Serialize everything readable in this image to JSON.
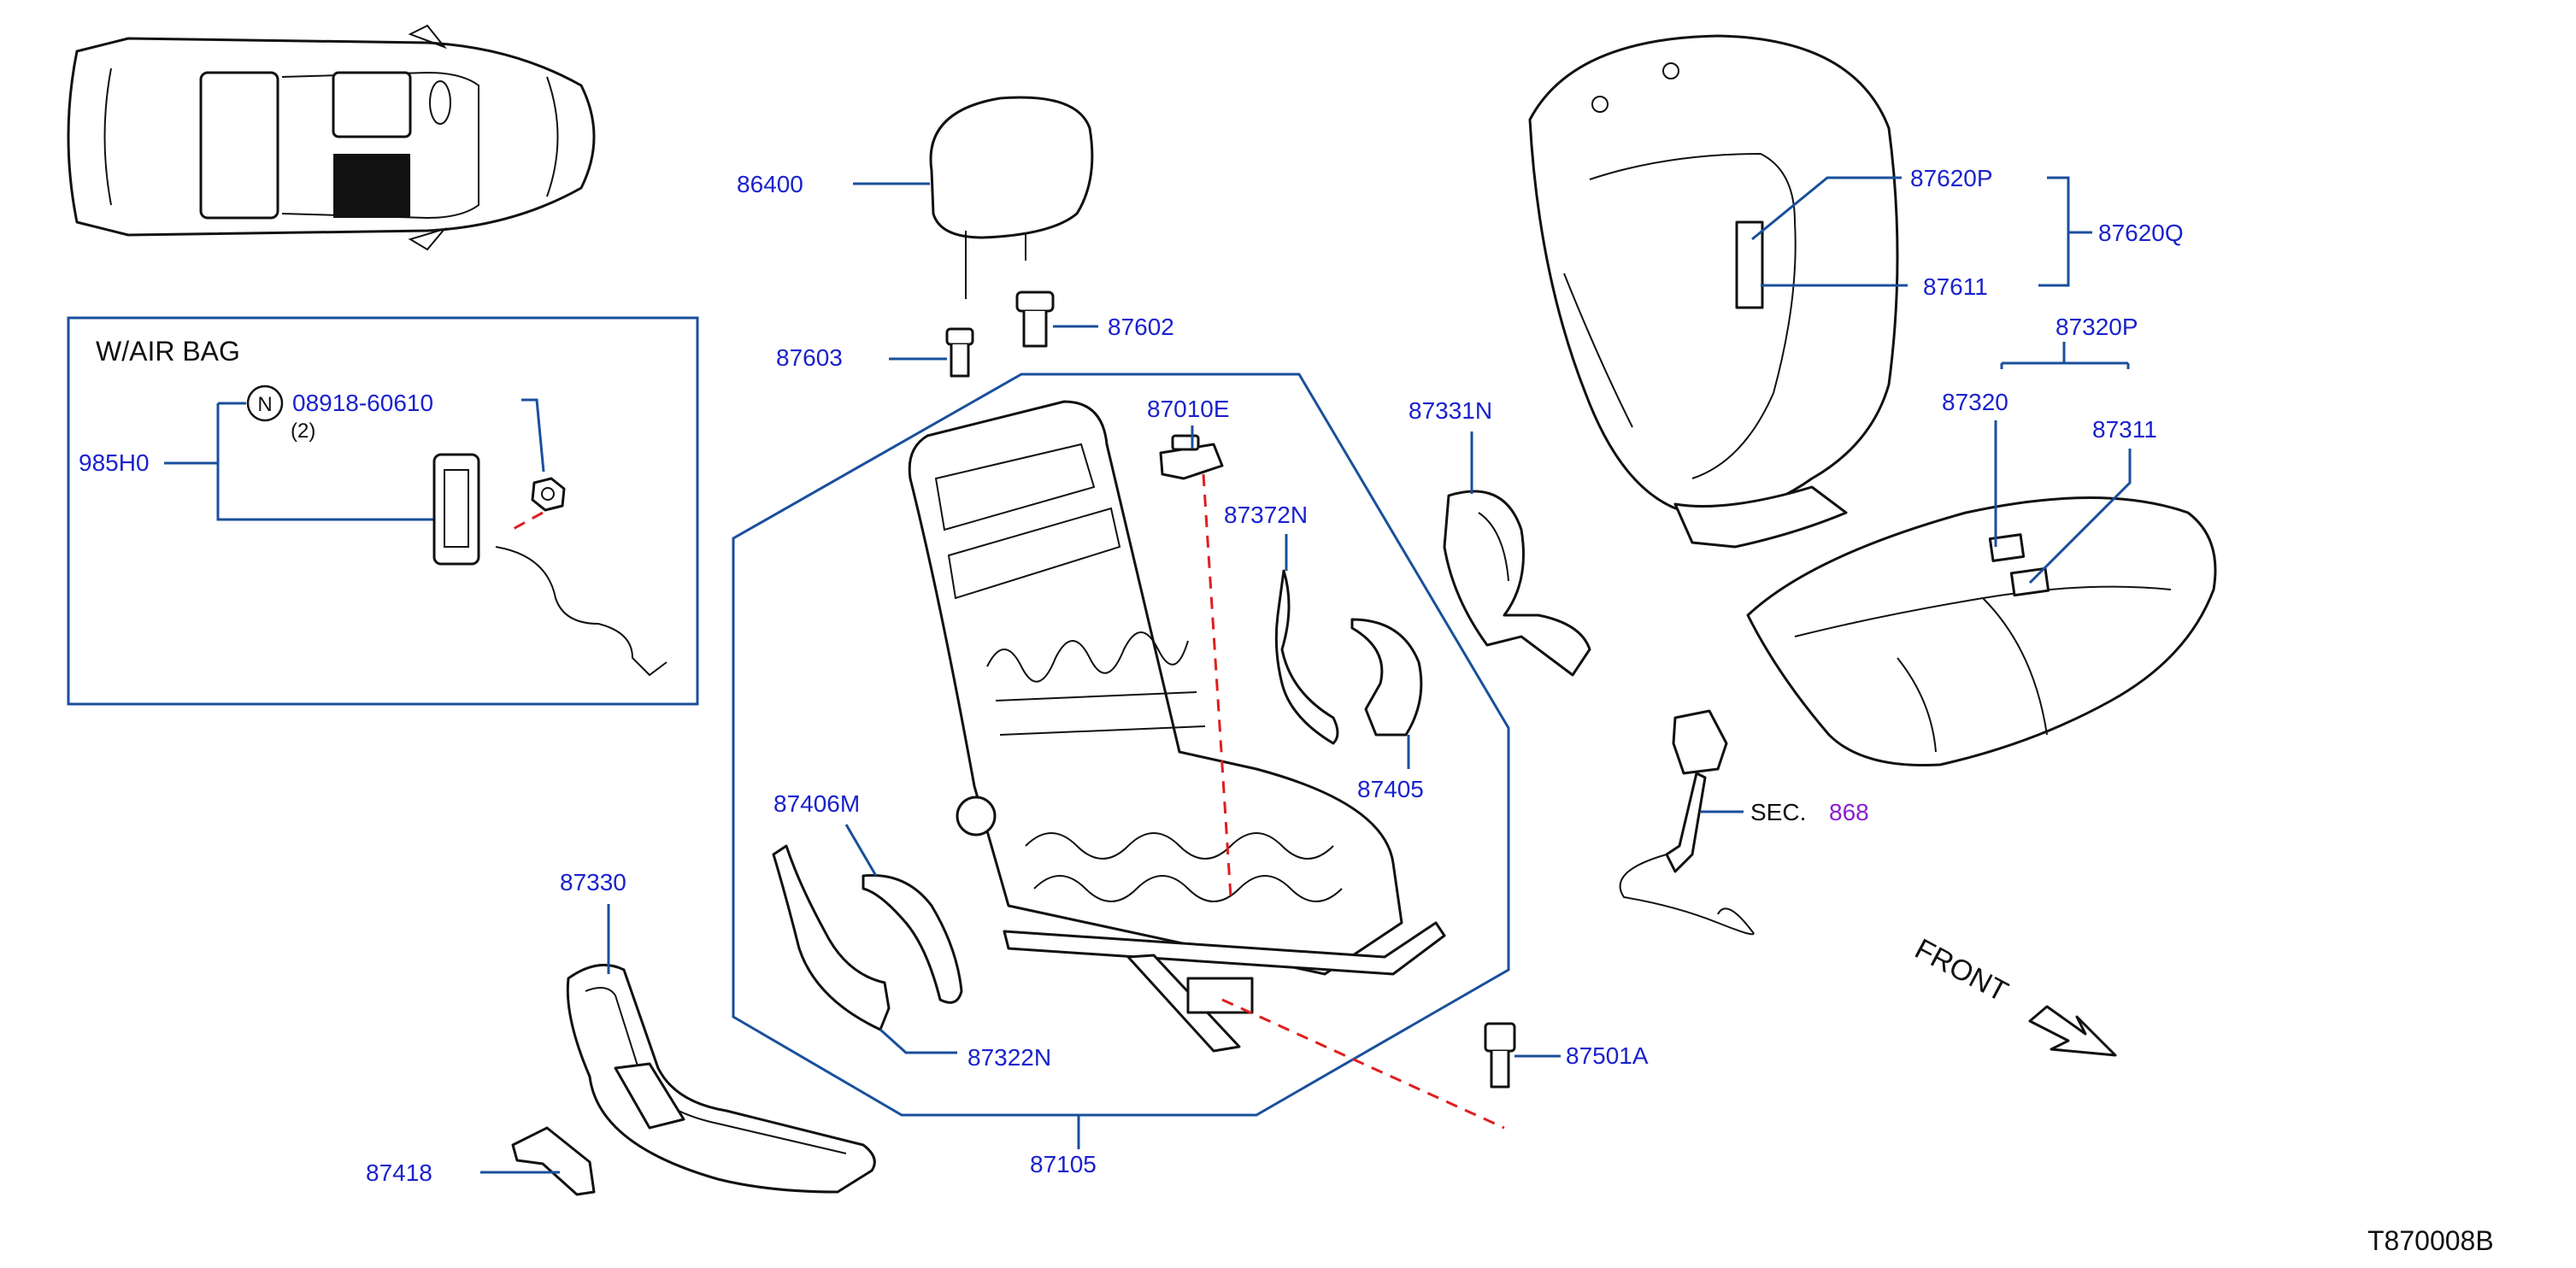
{
  "inset": {
    "title": "W/AIR   BAG",
    "n_symbol": "N",
    "n_part": "08918-60610",
    "n_qty": "(2)",
    "part": "985H0"
  },
  "labels": {
    "p86400": "86400",
    "p87603": "87603",
    "p87602": "87602",
    "p87010E": "87010E",
    "p87372N": "87372N",
    "p87405": "87405",
    "p87406M": "87406M",
    "p87330": "87330",
    "p87322N": "87322N",
    "p87105": "87105",
    "p87418": "87418",
    "p87331N": "87331N",
    "p87501A": "87501A",
    "p87620P": "87620P",
    "p87611": "87611",
    "p87620Q": "87620Q",
    "p87320P": "87320P",
    "p87320": "87320",
    "p87311": "87311",
    "sec": "SEC.",
    "sec_num": "868"
  },
  "front": "FRONT",
  "diagram_id": "T870008B"
}
